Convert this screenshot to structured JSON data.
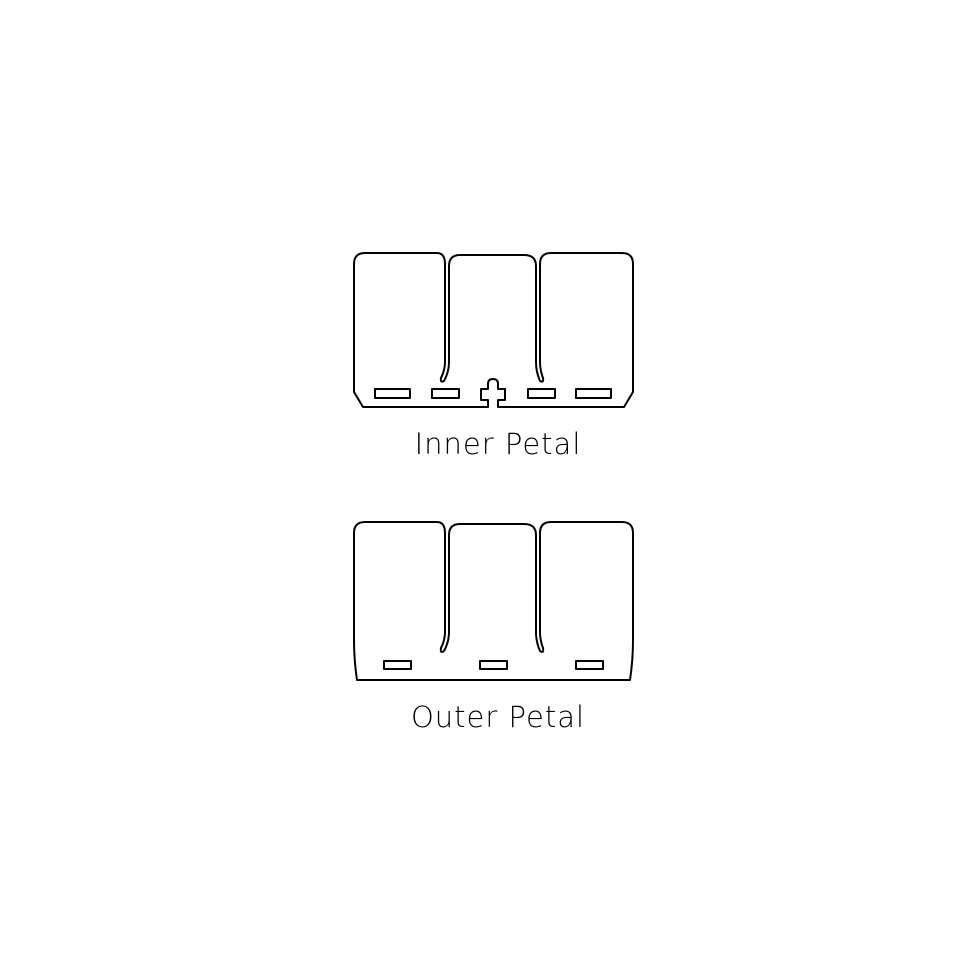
{
  "diagram": {
    "background": "#ffffff",
    "line_color": "#000000",
    "parts": [
      {
        "id": "inner",
        "label": "Inner Petal",
        "petals": 3,
        "mounting_holes": 4,
        "center_feature": "cross-shaped locating tab"
      },
      {
        "id": "outer",
        "label": "Outer Petal",
        "petals": 3,
        "mounting_holes": 3
      }
    ]
  }
}
